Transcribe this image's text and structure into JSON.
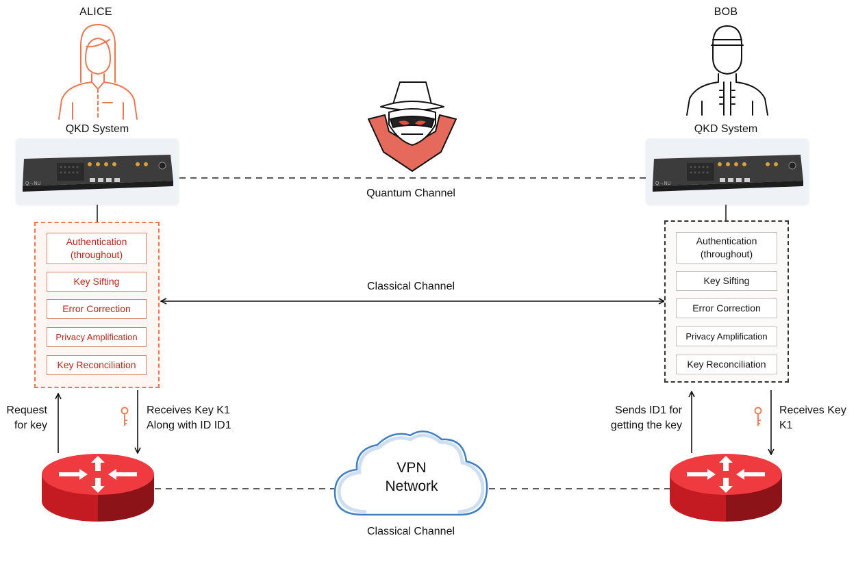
{
  "alice": {
    "name": "ALICE",
    "system_label": "QKD System",
    "steps": [
      "Authentication\n(throughout)",
      "Key Sifting",
      "Error Correction",
      "Privacy Amplification",
      "Key Reconciliation"
    ],
    "request_label": "Request\nfor key",
    "receive_label": "Receives Key K1\nAlong with ID ID1"
  },
  "bob": {
    "name": "BOB",
    "system_label": "QKD System",
    "steps": [
      "Authentication\n(throughout)",
      "Key Sifting",
      "Error Correction",
      "Privacy Amplification",
      "Key Reconciliation"
    ],
    "send_label": "Sends ID1 for\ngetting the key",
    "receive_label": "Receives Key\nK1"
  },
  "channels": {
    "quantum": "Quantum Channel",
    "classical_top": "Classical Channel",
    "classical_bottom": "Classical Channel"
  },
  "vpn": {
    "label": "VPN\nNetwork"
  },
  "device_brand": "Q→NU",
  "colors": {
    "accent": "#e9774f",
    "alice_text": "#b5271b",
    "router_red": "#e8222b",
    "router_dark": "#8c1419",
    "eve_red": "#e05a49",
    "cloud_edge": "#3d7fc1"
  },
  "icons": [
    "alice-person-icon",
    "bob-person-icon",
    "eavesdropper-icon",
    "key-icon",
    "router-icon",
    "cloud-icon",
    "qkd-device-icon"
  ]
}
